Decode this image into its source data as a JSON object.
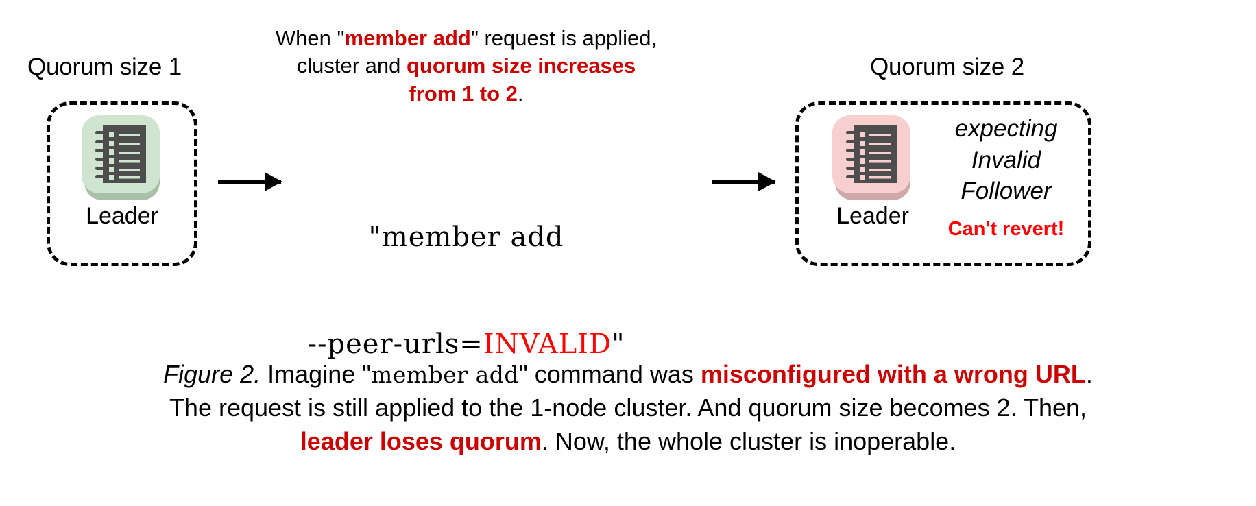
{
  "figure": {
    "top_note": {
      "segments": [
        {
          "text": "When \"",
          "style": "normal"
        },
        {
          "text": "member add",
          "style": "bold-red"
        },
        {
          "text": "\" request is applied, cluster and ",
          "style": "normal"
        },
        {
          "text": "quorum size increases from 1 to 2",
          "style": "bold-red"
        },
        {
          "text": ".",
          "style": "normal"
        }
      ],
      "plain": "When \"member add\" request is applied, cluster and quorum size increases from 1 to 2."
    },
    "command": {
      "line1": "\"member add",
      "line2_prefix": "--peer-urls=",
      "line2_value": "INVALID",
      "line2_suffix": "\"",
      "full": "\"member add --peer-urls=INVALID\"",
      "value_color": "#ff0000"
    },
    "left_cluster": {
      "title": "Quorum size 1",
      "node": {
        "label": "Leader",
        "icon": "ledger-icon",
        "tile_color": "#cfe5cf",
        "shadow_color": "#a9bfa8",
        "glyph_color": "#4d4d4d"
      }
    },
    "right_cluster": {
      "title": "Quorum size 2",
      "node": {
        "label": "Leader",
        "icon": "ledger-icon",
        "tile_color": "#f7cfcf",
        "shadow_color": "#cfa8a8",
        "glyph_color": "#4d4d4d"
      },
      "status_lines": [
        "expecting",
        "Invalid",
        "Follower"
      ],
      "warning": "Can't revert!",
      "warning_color": "#ff0000"
    },
    "arrows": [
      {
        "name": "arrow-left-to-command",
        "direction": "right"
      },
      {
        "name": "arrow-command-to-right",
        "direction": "right"
      }
    ],
    "caption": {
      "segments": [
        {
          "text": "Figure 2.",
          "style": "italic"
        },
        {
          "text": " Imagine \"",
          "style": "normal"
        },
        {
          "text": "member add",
          "style": "mono"
        },
        {
          "text": "\" command was ",
          "style": "normal"
        },
        {
          "text": "misconfigured with a wrong URL",
          "style": "bold-red"
        },
        {
          "text": ". The request is still applied to the 1-node cluster. And quorum size becomes 2. Then, ",
          "style": "normal"
        },
        {
          "text": "leader loses quorum",
          "style": "bold-red"
        },
        {
          "text": ". Now, the whole cluster is inoperable.",
          "style": "normal"
        }
      ],
      "line1_prefix_italic": "Figure 2.",
      "line1_a": " Imagine \"",
      "line1_mono": "member add",
      "line1_b": "\" command was ",
      "line1_red": "misconfigured with a wrong URL",
      "line1_c": ".",
      "line2": "The request is still applied to the 1-node cluster. And quorum size becomes 2. Then,",
      "line3_red": "leader loses quorum",
      "line3_tail": ". Now, the whole cluster is inoperable."
    },
    "colors": {
      "accent_red_dark": "#cc0000",
      "accent_red_bright": "#ff0000",
      "background": "#ffffff",
      "stroke": "#000000"
    }
  }
}
